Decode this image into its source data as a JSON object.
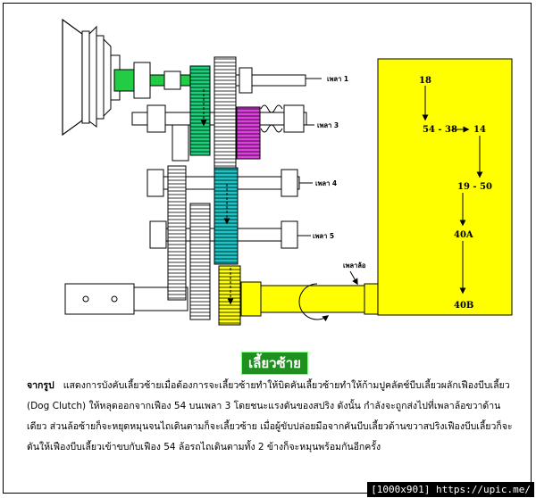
{
  "diagram": {
    "shaft_labels": [
      "เพลา 1",
      "เพลา 3",
      "เพลา 4",
      "เพลา 5",
      "เพลาล้อ"
    ],
    "flow": {
      "steps": [
        "18",
        "54 - 38",
        "14",
        "19 - 50",
        "40A",
        "40B"
      ],
      "panel_color": "#ffff00",
      "arrow_color": "#000000"
    },
    "highlight_colors": {
      "shaft1": "#22cc44",
      "gear_green": "#16d37a",
      "gear_magenta": "#e040e0",
      "gear_cyan": "#19c6c6",
      "output_yellow": "#ffff00"
    }
  },
  "title": "เลี้ยวซ้าย",
  "caption": {
    "lead": "จากรูป",
    "text": "แสดงการบังคับเลี้ยวซ้ายเมื่อต้องการจะเลี้ยวซ้ายทำให้บิดคันเลี้ยวซ้ายทำให้ก้ามปูคลัตช์บีบเลี้ยวผลักเฟืองบีบเลี้ยว (Dog Clutch) ให้หลุดออกจากเฟือง 54 บนเพลา 3 โดยชนะแรงดันของสปริง ดังนั้น กำลังจะถูกส่งไปที่เพลาล้อขวาด้านเดียว ส่วนล้อซ้ายก็จะหยุดหมุนจนไถเดินตามก็จะเลี้ยวซ้าย เมื่อผู้ขับปล่อยมือจากคันบีบเลี้ยวด้านขวาสปริงเฟืองบีบเลี้ยวก็จะดันให้เฟืองบีบเลี้ยวเข้าขบกับเฟือง 54 ล้อรถไถเดินตามทั้ง 2 ข้างก็จะหมุนพร้อมกันอีกครั้ง"
  },
  "watermark": "[1000x901] https://upic.me/"
}
